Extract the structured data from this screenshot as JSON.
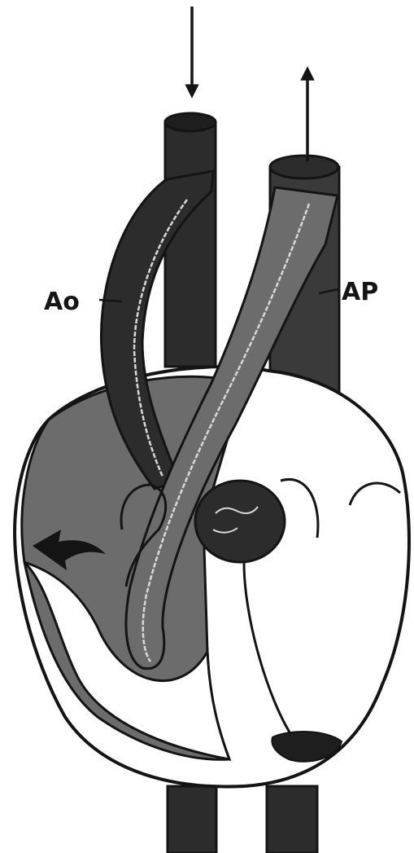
{
  "labels": {
    "aorta": "Ao",
    "pulmonary_artery": "AP"
  },
  "colors": {
    "vessel_dark": "#2c2c2c",
    "tissue_gray": "#6c6c6c",
    "outline": "#141414",
    "highlight": "#d8d8d8",
    "background": "#ffffff"
  },
  "flow_arrows": [
    {
      "name": "inflow-arrow",
      "direction": "down"
    },
    {
      "name": "outflow-arrow",
      "direction": "up"
    }
  ]
}
